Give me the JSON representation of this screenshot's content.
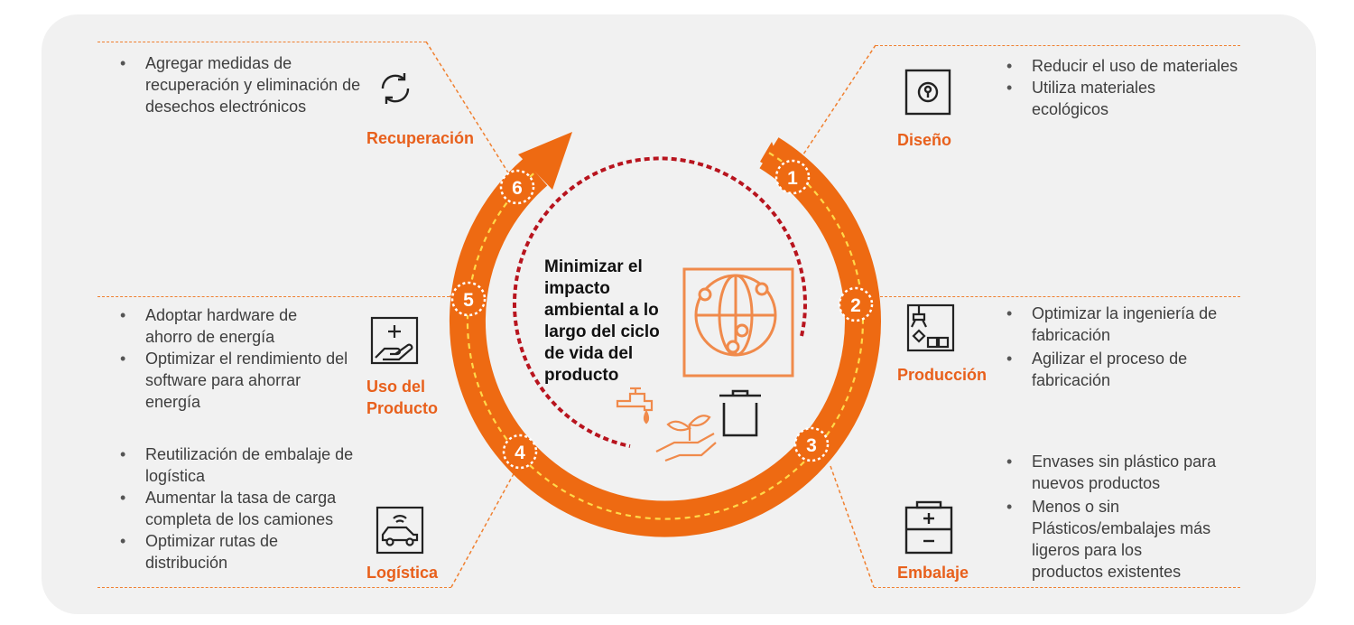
{
  "center": {
    "title": "Minimizar el impacto ambiental a lo largo del ciclo de vida del producto"
  },
  "stages": {
    "s1": {
      "number": "1",
      "label": "Diseño",
      "bullets": [
        "Reducir el uso de materiales",
        "Utiliza materiales ecológicos"
      ],
      "icon": "keyhole-panel-icon"
    },
    "s2": {
      "number": "2",
      "label": "Producción",
      "bullets": [
        "Optimizar la ingeniería de fabricación",
        "Agilizar el proceso de fabricación"
      ],
      "icon": "robot-arm-icon"
    },
    "s3": {
      "number": "3",
      "label": "Embalaje",
      "bullets": [
        "Envases sin plástico para nuevos productos",
        "Menos o sin Plásticos/embalajes más ligeros para los productos existentes"
      ],
      "icon": "battery-package-icon"
    },
    "s4": {
      "number": "4",
      "label": "Logística",
      "bullets": [
        "Reutilización de embalaje de logística",
        "Aumentar la tasa de carga completa de los camiones",
        "Optimizar rutas de distribución"
      ],
      "icon": "connected-truck-icon"
    },
    "s5": {
      "number": "5",
      "label_line1": "Uso del",
      "label_line2": "Producto",
      "bullets": [
        "Adoptar hardware de ahorro de energía",
        "Optimizar el rendimiento del software para ahorrar energía"
      ],
      "icon": "hand-plus-icon"
    },
    "s6": {
      "number": "6",
      "label": "Recuperación",
      "bullets": [
        "Agregar medidas de recuperación y eliminación de desechos electrónicos"
      ],
      "icon": "recycle-arrows-icon"
    }
  },
  "colors": {
    "accent": "#e8601c",
    "ring": "#ee6a12",
    "dashed_red": "#b8141e",
    "dashed_yellow": "#ffd84a",
    "panel": "#f1f1f1"
  }
}
